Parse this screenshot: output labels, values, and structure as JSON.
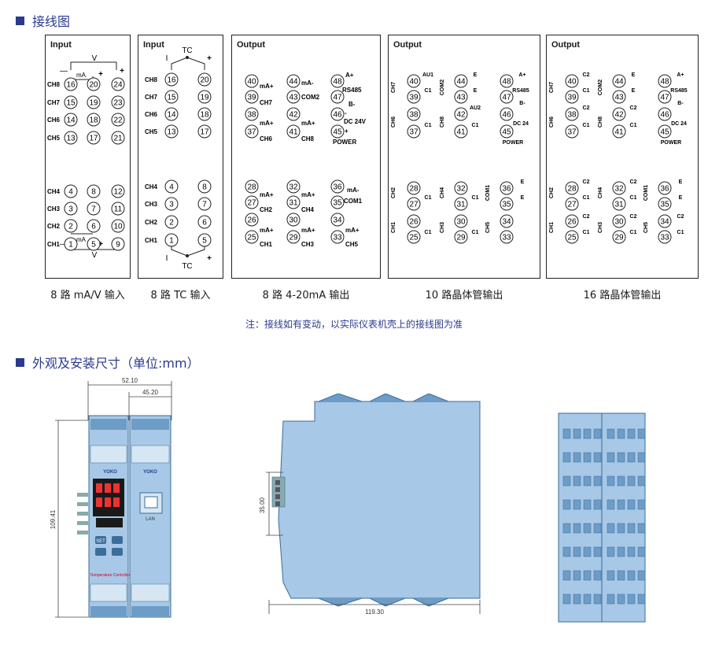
{
  "sections": {
    "wiring_title": "接线图",
    "dims_title": "外观及安装尺寸（单位:mm）"
  },
  "panels": [
    {
      "title": "Input",
      "caption": "8 路 mA/V 输入"
    },
    {
      "title": "Input",
      "caption": "8 路 TC 输入"
    },
    {
      "title": "Output",
      "caption": "8 路 4-20mA 输出"
    },
    {
      "title": "Output",
      "caption": "10 路晶体管输出"
    },
    {
      "title": "Output",
      "caption": "16 路晶体管输出"
    }
  ],
  "note": "注：接线如有变动，以实际仪表机壳上的接线图为准",
  "panel1": {
    "top_rows": [
      {
        "ch": "CH8",
        "a": "16",
        "b": "20",
        "c": "24"
      },
      {
        "ch": "CH7",
        "a": "15",
        "b": "19",
        "c": "23"
      },
      {
        "ch": "CH6",
        "a": "14",
        "b": "18",
        "c": "22"
      },
      {
        "ch": "CH5",
        "a": "13",
        "b": "17",
        "c": "21"
      }
    ],
    "bot_rows": [
      {
        "ch": "CH4",
        "a": "4",
        "b": "8",
        "c": "12"
      },
      {
        "ch": "CH3",
        "a": "3",
        "b": "7",
        "c": "11"
      },
      {
        "ch": "CH2",
        "a": "2",
        "b": "6",
        "c": "10"
      },
      {
        "ch": "CH1",
        "a": "1",
        "b": "5",
        "c": "9"
      }
    ],
    "v": "V",
    "ma": "mA",
    "minus": "—",
    "plus": "+"
  },
  "panel2": {
    "top_rows": [
      {
        "ch": "CH8",
        "a": "16",
        "b": "20"
      },
      {
        "ch": "CH7",
        "a": "15",
        "b": "19"
      },
      {
        "ch": "CH6",
        "a": "14",
        "b": "18"
      },
      {
        "ch": "CH5",
        "a": "13",
        "b": "17"
      }
    ],
    "bot_rows": [
      {
        "ch": "CH4",
        "a": "4",
        "b": "8"
      },
      {
        "ch": "CH3",
        "a": "3",
        "b": "7"
      },
      {
        "ch": "CH2",
        "a": "2",
        "b": "6"
      },
      {
        "ch": "CH1",
        "a": "1",
        "b": "5"
      }
    ],
    "tc": "TC",
    "i": "I",
    "plus": "+"
  },
  "panel3": {
    "terms": [
      "40",
      "39",
      "38",
      "37",
      "44",
      "43",
      "42",
      "41",
      "48",
      "47",
      "46",
      "45",
      "28",
      "27",
      "26",
      "25",
      "32",
      "31",
      "30",
      "29",
      "36",
      "35",
      "34",
      "33"
    ],
    "labels": {
      "ma_plus": "mA+",
      "ma_minus": "mA-",
      "ch7": "CH7",
      "ch6": "CH6",
      "ch8": "CH8",
      "ch2": "CH2",
      "ch1": "CH1",
      "ch4": "CH4",
      "ch3": "CH3",
      "ch5": "CH5",
      "com2": "COM2",
      "com1": "COM1",
      "a_plus": "A+",
      "rs485": "RS485",
      "b_minus": "B-",
      "dc24v": "DC 24V",
      "power": "POWER",
      "minus": "-",
      "plus": "+"
    }
  },
  "panel4": {
    "labels": {
      "au1": "AU1",
      "au2": "AU2",
      "c1": "C1",
      "e": "E",
      "com2": "COM2",
      "com1": "COM1",
      "ch7": "CH7",
      "ch6": "CH6",
      "ch8": "CH8",
      "ch2": "CH2",
      "ch1": "CH1",
      "ch4": "CH4",
      "ch3": "CH3",
      "ch5": "CH5",
      "a_plus": "A+",
      "rs485": "RS485",
      "b_minus": "B-",
      "dc24": "DC 24",
      "power": "POWER",
      "minus": "-",
      "plus": "+"
    }
  },
  "panel5": {
    "labels": {
      "c1": "C1",
      "c2": "C2",
      "e": "E"
    }
  },
  "dims": {
    "w1": "52.10",
    "w2": "45.20",
    "h1": "109.41",
    "rail": "35.00",
    "depth": "119.30",
    "lan": "LAN",
    "set": "SET",
    "brand": "Temperature Controller",
    "logo": "YOKO"
  },
  "colors": {
    "accent": "#2a3a8c",
    "device": "#a7c8e6",
    "device_dark": "#6d9cc6"
  }
}
